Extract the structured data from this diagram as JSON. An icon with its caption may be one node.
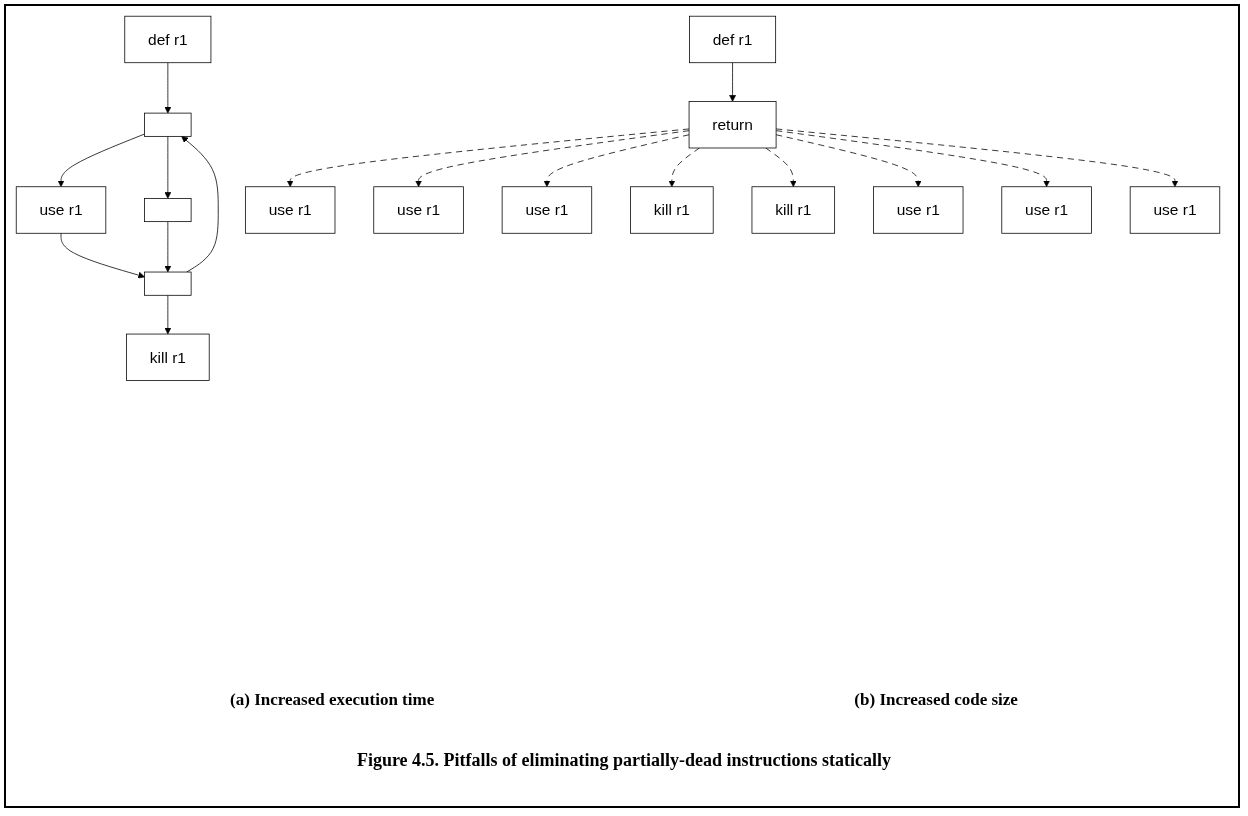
{
  "diagram": {
    "caption": "Figure 4.5. Pitfalls of eliminating partially-dead instructions statically",
    "nodes": [
      {
        "text": [
          "def r1"
        ]
      },
      {
        "text": [],
        "shape": "box"
      },
      {
        "text": [
          "use r1"
        ]
      },
      {
        "text": [],
        "shape": "box"
      },
      {
        "text": [],
        "shape": "box"
      },
      {
        "text": [
          "kill r1"
        ]
      },
      {
        "text": [
          "def r1"
        ]
      },
      {
        "text": [
          "return"
        ]
      },
      {
        "text": [
          "use r1"
        ]
      },
      {
        "text": [
          "use r1"
        ]
      },
      {
        "text": [
          "use r1"
        ]
      },
      {
        "text": [
          "kill r1"
        ]
      },
      {
        "text": [
          "kill r1"
        ]
      },
      {
        "text": [
          "use r1"
        ]
      },
      {
        "text": [
          "use r1"
        ]
      },
      {
        "text": [
          "use r1"
        ]
      }
    ],
    "edges": [
      {
        "from": 0,
        "to": 1,
        "arrow": "to"
      },
      {
        "from": 1,
        "to": 2,
        "arrow": "to"
      },
      {
        "from": 1,
        "to": 3,
        "arrow": "to"
      },
      {
        "from": 2,
        "to": 4,
        "arrow": "to"
      },
      {
        "from": 3,
        "to": 4,
        "arrow": "to"
      },
      {
        "from": 4,
        "to": 1,
        "arrow": "to"
      },
      {
        "from": 4,
        "to": 5,
        "arrow": "to"
      },
      {
        "from": 6,
        "to": 7,
        "arrow": "to"
      },
      {
        "from": 7,
        "to": 8,
        "arrow": "to",
        "style": "dashed"
      },
      {
        "from": 7,
        "to": 9,
        "arrow": "to",
        "style": "dashed"
      },
      {
        "from": 7,
        "to": 10,
        "arrow": "to",
        "style": "dashed"
      },
      {
        "from": 7,
        "to": 11,
        "arrow": "to",
        "style": "dashed"
      },
      {
        "from": 7,
        "to": 12,
        "arrow": "to",
        "style": "dashed"
      },
      {
        "from": 7,
        "to": 13,
        "arrow": "to",
        "style": "dashed"
      },
      {
        "from": 7,
        "to": 14,
        "arrow": "to",
        "style": "dashed"
      },
      {
        "from": 7,
        "to": 15,
        "arrow": "to",
        "style": "dashed"
      }
    ],
    "labels": [
      "(a) Increased execution time",
      "(b) Increased code size"
    ]
  }
}
